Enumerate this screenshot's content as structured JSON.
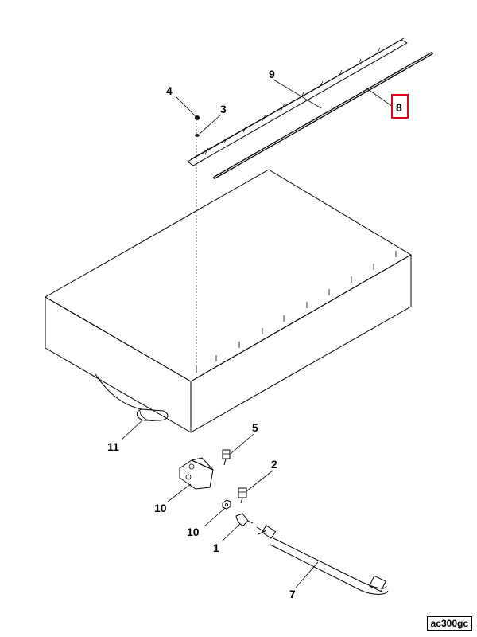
{
  "callouts": {
    "c1": "1",
    "c2": "2",
    "c3": "3",
    "c4": "4",
    "c5": "5",
    "c7": "7",
    "c8": "8",
    "c9": "9",
    "c10a": "10",
    "c10b": "10",
    "c11": "11"
  },
  "highlighted_callout": "8",
  "highlight_color": "#e0001b",
  "doc_code": "ac300gc"
}
